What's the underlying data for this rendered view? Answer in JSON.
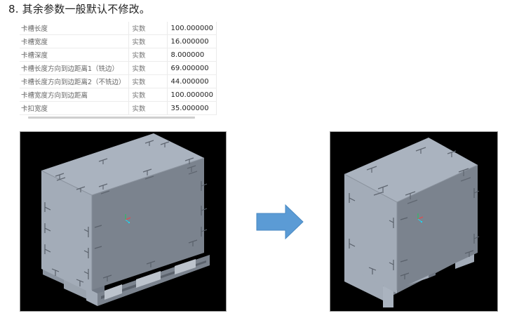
{
  "heading": "8. 其余参数一般默认不修改。",
  "param_table": {
    "rows": [
      {
        "name": "卡槽长度",
        "type": "实数",
        "value": "100.000000"
      },
      {
        "name": "卡槽宽度",
        "type": "实数",
        "value": "16.000000"
      },
      {
        "name": "卡槽深度",
        "type": "实数",
        "value": "8.000000"
      },
      {
        "name": "卡槽长度方向到边距离1（铣边）",
        "type": "实数",
        "value": "69.000000"
      },
      {
        "name": "卡槽长度方向到边距离2（不铣边）",
        "type": "实数",
        "value": "44.000000"
      },
      {
        "name": "卡槽宽度方向到边距离",
        "type": "实数",
        "value": "100.000000"
      },
      {
        "name": "卡扣宽度",
        "type": "实数",
        "value": "35.000000"
      }
    ]
  },
  "figures": {
    "before": {
      "label": "wide-crate-3d-model",
      "background": "#000000",
      "body_color": "#a3acb8",
      "side_color": "#7b838e"
    },
    "arrow": {
      "icon": "right-arrow-icon",
      "color": "#5b9bd5"
    },
    "after": {
      "label": "narrow-crate-3d-model",
      "background": "#000000",
      "body_color": "#a3acb8",
      "side_color": "#7b838e"
    }
  }
}
